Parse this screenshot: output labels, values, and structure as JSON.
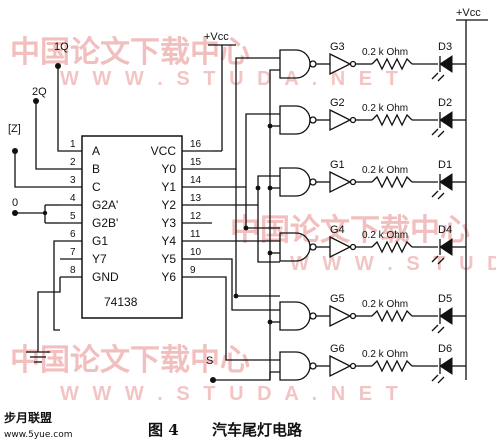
{
  "chip": {
    "part_number": "74138",
    "left_pins": [
      {
        "name": "A",
        "num": "1"
      },
      {
        "name": "B",
        "num": "2"
      },
      {
        "name": "C",
        "num": "3"
      },
      {
        "name": "G2A'",
        "num": "4"
      },
      {
        "name": "G2B'",
        "num": "5"
      },
      {
        "name": "G1",
        "num": "6"
      },
      {
        "name": "Y7",
        "num": "7"
      },
      {
        "name": "GND",
        "num": "8"
      }
    ],
    "right_pins": [
      {
        "name": "VCC",
        "num": "16"
      },
      {
        "name": "Y0",
        "num": "15"
      },
      {
        "name": "Y1",
        "num": "14"
      },
      {
        "name": "Y2",
        "num": "13"
      },
      {
        "name": "Y3",
        "num": "12"
      },
      {
        "name": "Y4",
        "num": "11"
      },
      {
        "name": "Y5",
        "num": "10"
      },
      {
        "name": "Y6",
        "num": "9"
      }
    ]
  },
  "inputs": {
    "q1": "1Q",
    "q2": "2Q",
    "z": "[Z]",
    "zero": "0",
    "s": "S"
  },
  "power": {
    "vcc_top": "+Vcc",
    "vcc_right": "+Vcc"
  },
  "stages": [
    {
      "gate": "G3",
      "resistor": "0.2 k Ohm",
      "led": "D3"
    },
    {
      "gate": "G2",
      "resistor": "0.2 k Ohm",
      "led": "D2"
    },
    {
      "gate": "G1",
      "resistor": "0.2 k Ohm",
      "led": "D1"
    },
    {
      "gate": "G4",
      "resistor": "0.2 k Ohm",
      "led": "D4"
    },
    {
      "gate": "G5",
      "resistor": "0.2 k Ohm",
      "led": "D5"
    },
    {
      "gate": "G6",
      "resistor": "0.2 k Ohm",
      "led": "D6"
    }
  ],
  "caption": {
    "figure": "图 4",
    "title": "汽车尾灯电路"
  },
  "watermark": {
    "cn": "中国论文下载中心",
    "url": "W W W . S T U D A . N E T"
  },
  "logo": {
    "name": "步月联盟",
    "url": "www.5yue.com"
  }
}
